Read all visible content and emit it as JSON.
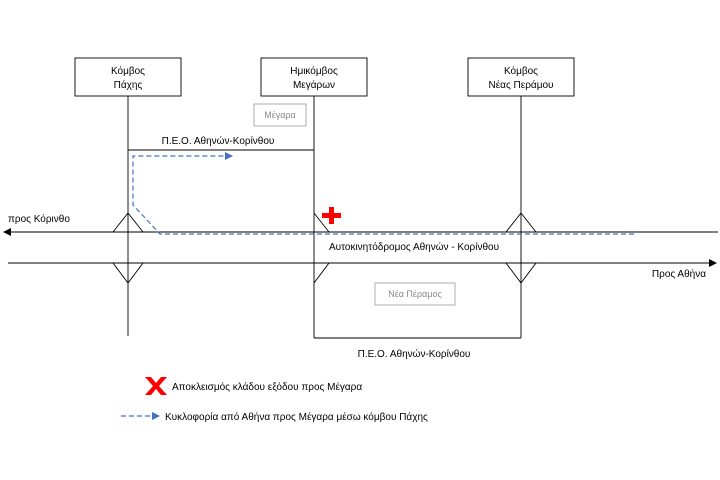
{
  "nodes": {
    "pachi": [
      "Κόμβος",
      "Πάχης"
    ],
    "megara_half": [
      "Ημικόμβος",
      "Μεγάρων"
    ],
    "nea_peramos": [
      "Κόμβος",
      "Νέας Περάμου"
    ]
  },
  "towns": {
    "megara": "Μέγαρα",
    "nea_peramos": "Νέα Πέραμος"
  },
  "roads": {
    "peo_top": "Π.Ε.Ο. Αθηνών-Κορίνθου",
    "motorway": "Αυτοκινητόδρομος Αθηνών - Κορίνθου",
    "peo_bottom": "Π.Ε.Ο. Αθηνών-Κορίνθου"
  },
  "directions": {
    "to_corinth": "προς Κόρινθο",
    "to_athens": "Προς Αθήνα"
  },
  "legend": {
    "closure": "Αποκλεισμός κλάδου εξόδου προς Μέγαρα",
    "detour": "Κυκλοφορία από Αθήνα προς Μέγαρα μέσω κόμβου Πάχης"
  },
  "colors": {
    "closure_mark": "#ff0000",
    "detour_line": "#4472c4"
  },
  "icons": {
    "closure": "red-cross-icon",
    "detour": "dashed-arrow-icon"
  }
}
